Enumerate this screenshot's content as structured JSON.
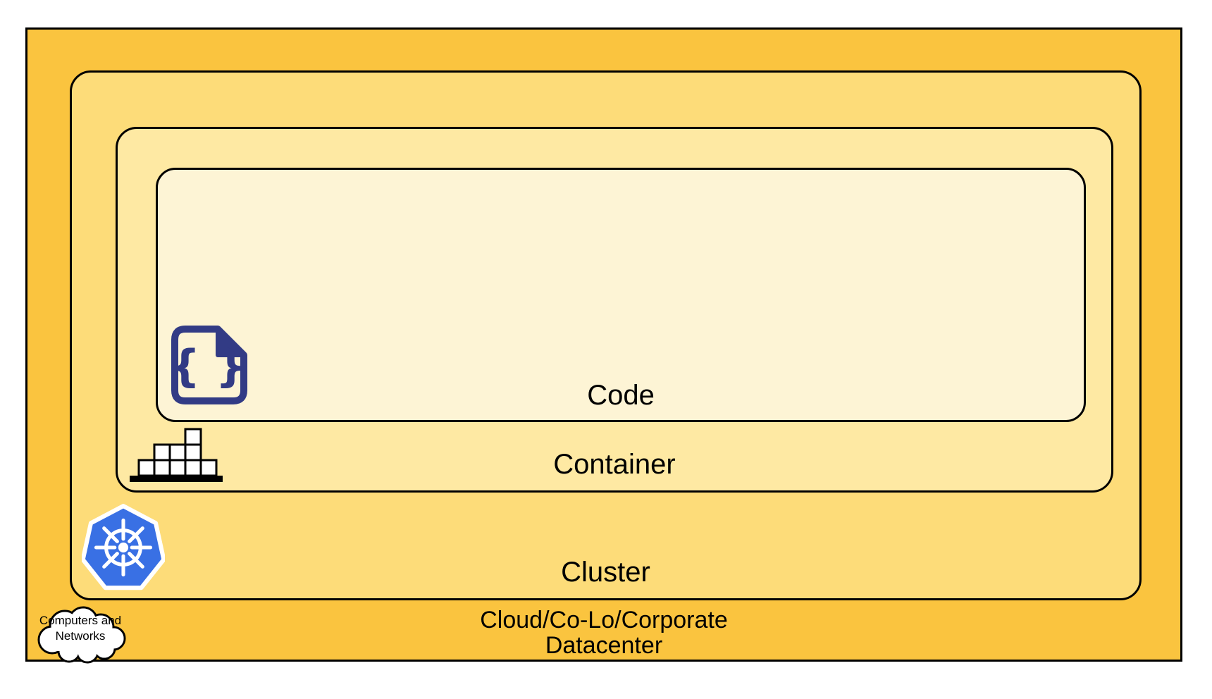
{
  "colors": {
    "datacenter_fill": "#FAC43F",
    "cluster_fill": "#FDDC79",
    "container_fill": "#FEE9A3",
    "code_fill": "#FDF4D5",
    "border": "#000000",
    "kubernetes_blue": "#3970E4",
    "code_icon_navy": "#323B85",
    "icon_white": "#FFFFFF"
  },
  "layers": {
    "code": {
      "label": "Code"
    },
    "container": {
      "label": "Container"
    },
    "cluster": {
      "label": "Cluster"
    },
    "datacenter": {
      "label_line1": "Cloud/Co-Lo/Corporate",
      "label_line2": "Datacenter"
    }
  },
  "cloud": {
    "line1": "Computers and",
    "line2": "Networks"
  },
  "icons": {
    "code_glyph": "{ }"
  }
}
